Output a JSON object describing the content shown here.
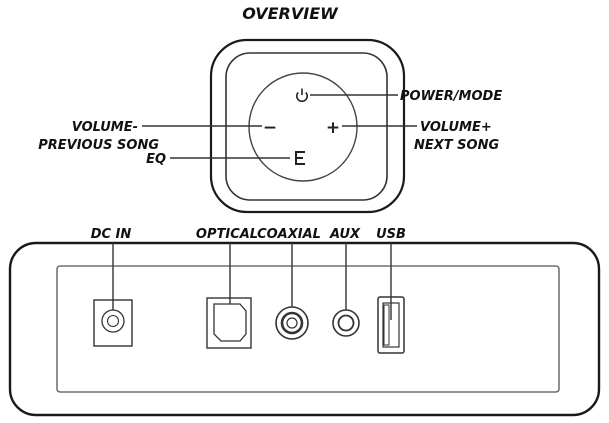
{
  "title": "OVERVIEW",
  "remote": {
    "labels": {
      "power_mode": "POWER/MODE",
      "volume_minus": "VOLUME-",
      "previous_song": "PREVIOUS SONG",
      "eq": "EQ",
      "volume_plus": "VOLUME+",
      "next_song": "NEXT SONG"
    },
    "symbols": {
      "minus": "−",
      "plus": "+"
    },
    "icons": [
      "power-icon",
      "eq-icon"
    ]
  },
  "panel": {
    "ports": {
      "dc_in": "DC IN",
      "optical": "OPTICAL",
      "coaxial": "COAXIAL",
      "aux": "AUX",
      "usb": "USB"
    }
  }
}
